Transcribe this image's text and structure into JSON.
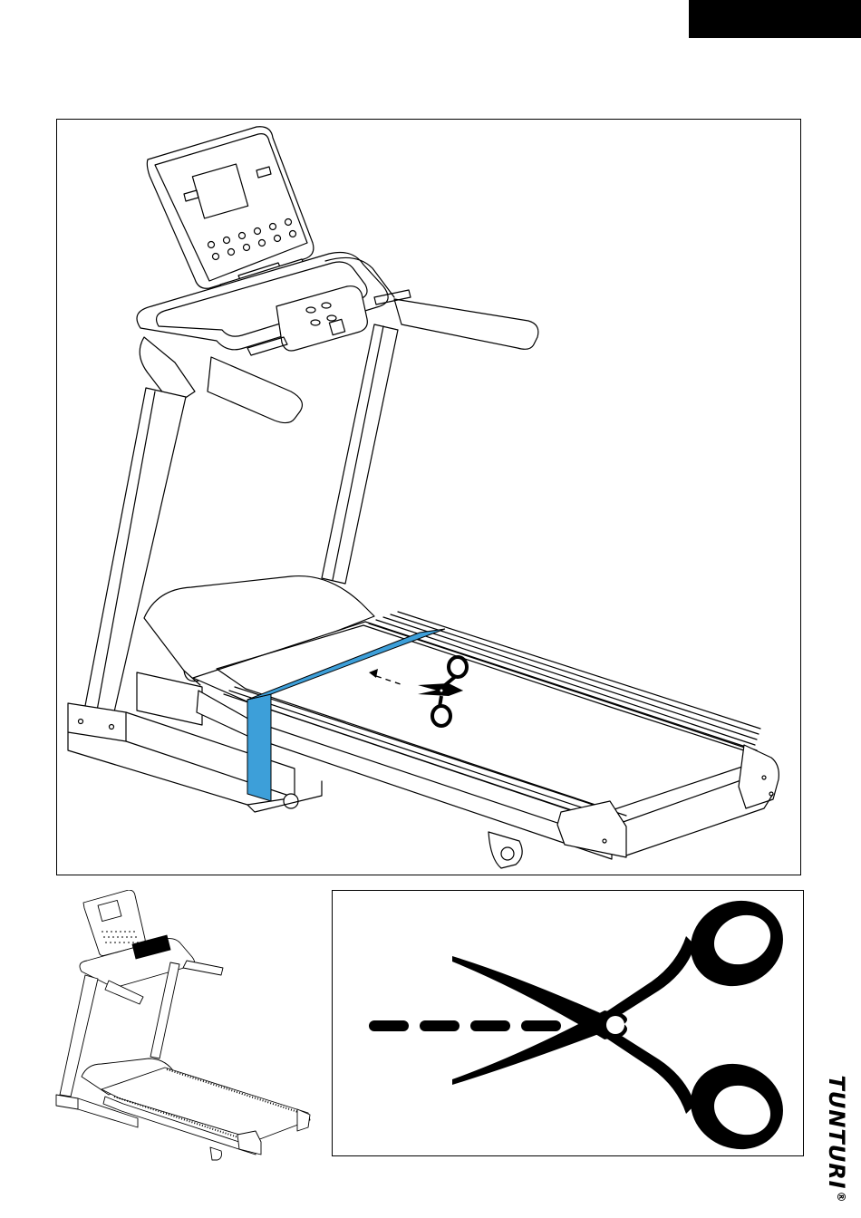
{
  "brand": {
    "name": "TUNTURI",
    "registered_mark": "®"
  },
  "colors": {
    "tape": "#3d9fd9",
    "ink": "#000000",
    "header_block": "#000000"
  },
  "icons": {
    "header_block": "black-tab-block",
    "main_illustration": "treadmill-with-tape-illustration",
    "cut_guide": "scissors-icon",
    "thumbnail": "treadmill-thumbnail-illustration"
  }
}
